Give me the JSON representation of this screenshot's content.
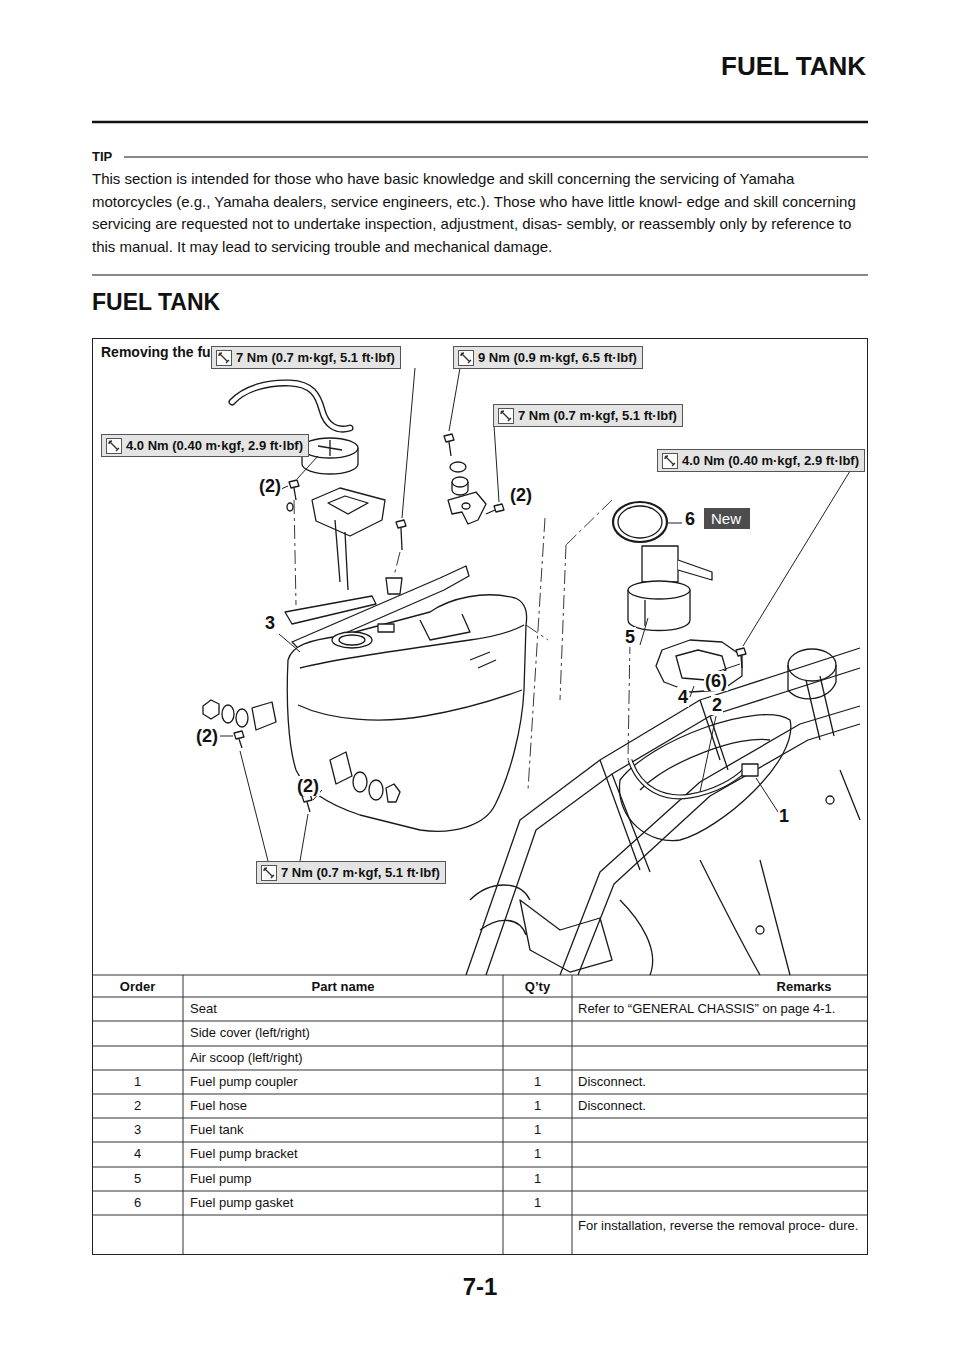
{
  "diagram": {
    "title": "FUEL TANK",
    "nodes": [
      {
        "text": [
          "Removing the fuel tank"
        ]
      },
      {
        "text": [
          "7 Nm (0.7 m·kgf, 5.1 ft·lbf)"
        ],
        "in": 0
      },
      {
        "text": [
          "9 Nm (0.9 m·kgf, 6.5 ft·lbf)"
        ],
        "in": 0
      },
      {
        "text": [
          "7 Nm (0.7 m·kgf, 5.1 ft·lbf)"
        ],
        "in": 0
      },
      {
        "text": [
          "4.0 Nm (0.40 m·kgf, 2.9 ft·lbf)"
        ],
        "in": 0
      },
      {
        "text": [
          "4.0 Nm (0.40 m·kgf, 2.9 ft·lbf)"
        ],
        "in": 0
      },
      {
        "text": [
          "New"
        ],
        "in": 0
      },
      {
        "text": [
          "7 Nm (0.7 m·kgf, 5.1 ft·lbf)"
        ],
        "in": 0
      }
    ],
    "labels": [
      "FUEL TANK",
      "TIP",
      "This section is intended for those who have basic knowledge and skill concerning the servicing of Yamaha motorcycles (e.g., Yamaha dealers, service engineers, etc.). Those who have little knowl- edge and skill concerning servicing are requested not to undertake inspection, adjustment, disas- sembly, or reassembly only by reference to this manual. It may lead to servicing trouble and mechanical damage.",
      "(2)",
      "(2)",
      "6",
      "3",
      "5",
      "(6)",
      "4",
      "2",
      "(2)",
      "(2)",
      "1",
      "Order",
      "Part name",
      "Q’ty",
      "Remarks",
      "Seat",
      "Refer to “GENERAL CHASSIS” on page 4-1.",
      "Side cover (left/right)",
      "Air scoop (left/right)",
      "1",
      "Fuel pump coupler",
      "1",
      "Disconnect.",
      "2",
      "Fuel hose",
      "1",
      "Disconnect.",
      "3",
      "Fuel tank",
      "1",
      "4",
      "Fuel pump bracket",
      "1",
      "5",
      "Fuel pump",
      "1",
      "6",
      "Fuel pump gasket",
      "1",
      "For installation, reverse the removal proce- dure.",
      "7-1"
    ]
  }
}
